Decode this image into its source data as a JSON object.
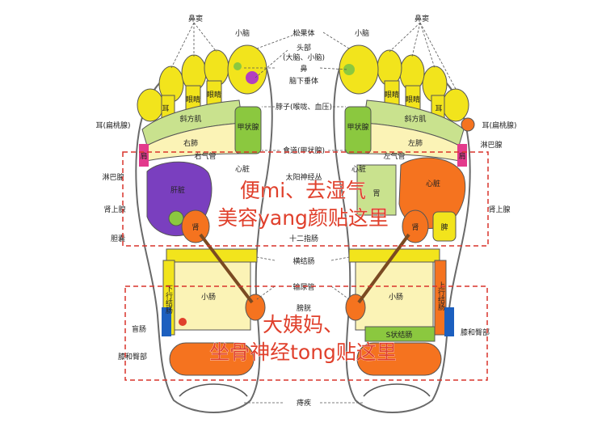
{
  "colors": {
    "yellow": "#f2e41c",
    "green": "#8bc83f",
    "lightgreen": "#c9e28e",
    "cream": "#fbf3b6",
    "purple": "#7a3fbf",
    "orange": "#f5731f",
    "blue": "#1c5fbf",
    "pink": "#e33a8c",
    "red": "#e0402c",
    "dash": "#d9342b"
  },
  "labels": {
    "bidou": "鼻窦",
    "xiaonao": "小脑",
    "songguoti": "松果体",
    "toubu": "头部",
    "toubu_sub": "(大脑、小脑)",
    "bi": "鼻",
    "naoxiachuiti": "脑下垂体",
    "bozi": "脖子(喉咙、血压)",
    "er_biantaoxian": "耳(扁桃腺)",
    "linbaxian": "淋巴腺",
    "shiguan": "食道(甲状腺)",
    "taiyangshenjing": "太阳神经丛",
    "shenshangxian": "肾上腺",
    "dannang": "胆囊",
    "shierzhichang": "十二指肠",
    "hengjiechang": "横结肠",
    "shuniaoguan": "输尿管",
    "pangguang": "膀胱",
    "manchang": "盲肠",
    "xihe_tunbu": "膝和臀部",
    "chuangji": "痔疾"
  },
  "zones": {
    "er": "耳",
    "yanjing": "眼睛",
    "xiefangji": "斜方肌",
    "youfei": "右肺",
    "zuofei": "左肺",
    "jiazhuangxian": "甲状腺",
    "youqiguan": "右气管",
    "zuoqiguan": "左气管",
    "jian": "肩",
    "xinzang": "心脏",
    "ganzang": "肝脏",
    "wei": "胃",
    "shen": "肾",
    "pi": "脾",
    "xiaochang": "小肠",
    "shenxing_jiechang": "上行结肠",
    "xiaxing_jiechang": "下行结肠",
    "s_jiechang": "S状结肠"
  },
  "overlay": {
    "top_line1": "便mi、去湿气",
    "top_line2": "美容yang颜贴这里",
    "bottom_line1": "大姨妈、",
    "bottom_line2": "坐骨神经tong贴这里"
  }
}
